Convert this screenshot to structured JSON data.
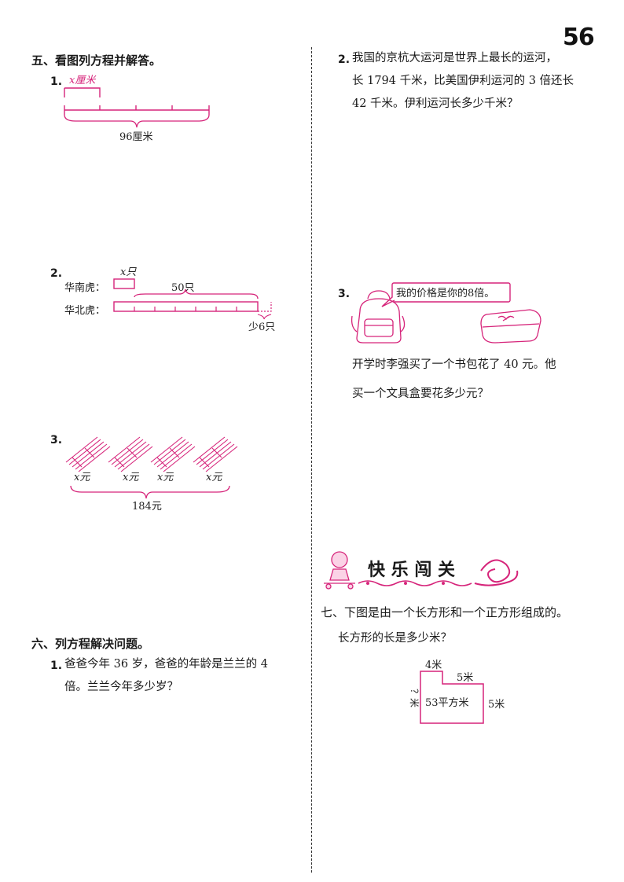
{
  "page_number": "56",
  "section5": {
    "heading": "五、看图列方程并解答。",
    "q1": {
      "num": "1.",
      "part_label": "x厘米",
      "total_label": "96厘米"
    },
    "q2": {
      "num": "2.",
      "row1_label": "华南虎：",
      "row1_part": "x只",
      "row1_diff": "50只",
      "row2_label": "华北虎：",
      "row2_diff": "少6只"
    },
    "q3": {
      "num": "3.",
      "item_labels": [
        "x元",
        "x元",
        "x元",
        "x元"
      ],
      "total_label": "184元"
    }
  },
  "section6": {
    "heading": "六、列方程解决问题。",
    "q1": {
      "num": "1.",
      "line1": "爸爸今年 36 岁，爸爸的年龄是兰兰的 4",
      "line2": "倍。兰兰今年多少岁？"
    }
  },
  "right": {
    "q2": {
      "num": "2.",
      "line1": "我国的京杭大运河是世界上最长的运河，",
      "line2": "长 1794 千米，比美国伊利运河的 3 倍还长",
      "line3": "42 千米。伊利运河长多少千米？"
    },
    "q3": {
      "num": "3.",
      "speech": "我的价格是你的8倍。",
      "line1": "开学时李强买了一个书包花了 40 元。他",
      "line2": "买一个文具盒要花多少元？"
    },
    "banner": {
      "title": "快 乐 闯 关",
      "color": "#d6247a"
    },
    "section7": {
      "line1": "七、下图是由一个长方形和一个正方形组成的。",
      "line2": "长方形的长是多少米？",
      "labels": {
        "top": "4米",
        "inner": "5米",
        "area": "53平方米",
        "right": "5米",
        "left": "？米"
      }
    }
  }
}
